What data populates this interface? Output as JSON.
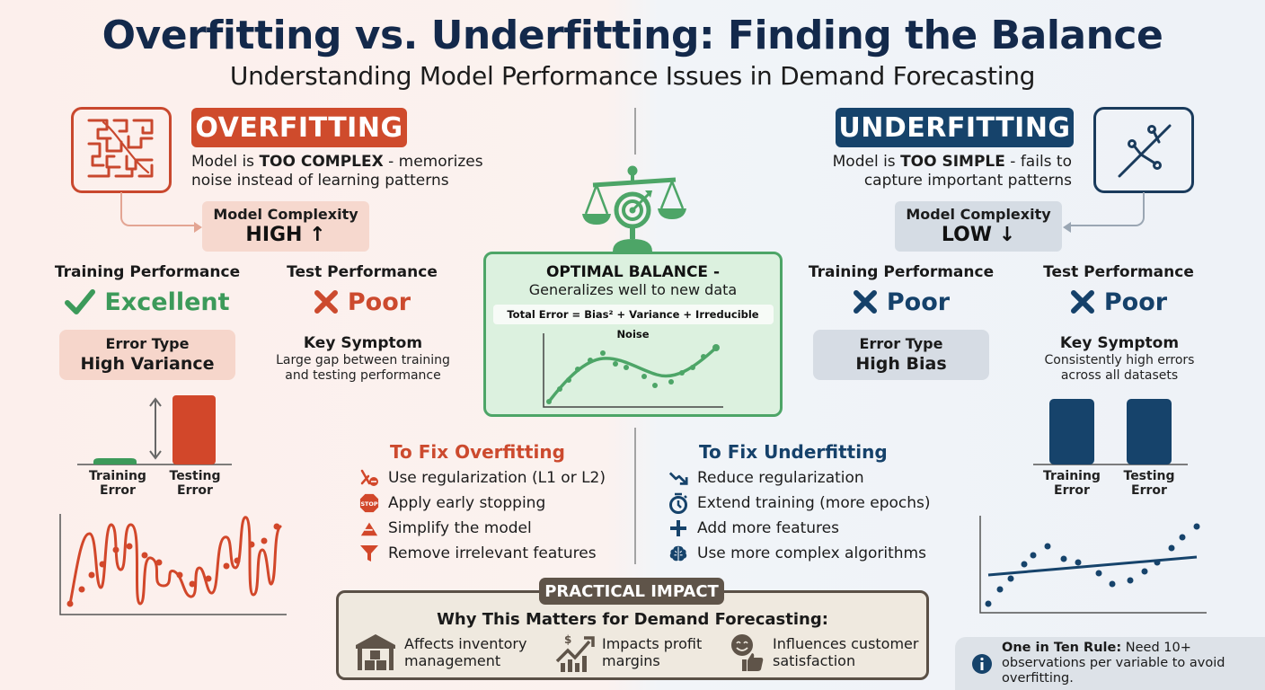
{
  "header": {
    "title": "Overfitting vs. Underfitting: Finding the Balance",
    "subtitle": "Understanding Model Performance Issues in Demand Forecasting"
  },
  "colors": {
    "overfitting_accent": "#cf4b2c",
    "underfitting_accent": "#16436b",
    "optimal_accent": "#4da567",
    "impact_accent": "#5f5449",
    "title_color": "#13294b"
  },
  "overfitting": {
    "label": "OVERFITTING",
    "icon": "maze-icon",
    "desc_prefix": "Model is ",
    "desc_bold": "TOO COMPLEX",
    "desc_suffix": " - memorizes noise instead of learning patterns",
    "complexity_label": "Model Complexity",
    "complexity_value": "HIGH ↑",
    "training_perf_label": "Training Performance",
    "training_perf_value": "Excellent",
    "training_perf_icon": "check-icon",
    "test_perf_label": "Test Performance",
    "test_perf_value": "Poor",
    "test_perf_icon": "x-icon",
    "error_type_label": "Error Type",
    "error_type_value": "High Variance",
    "symptom_label": "Key Symptom",
    "symptom_text": "Large gap between training and testing performance",
    "bar_labels": [
      "Training Error",
      "Testing Error"
    ]
  },
  "underfitting": {
    "label": "UNDERFITTING",
    "icon": "simple-line-icon",
    "desc_prefix": "Model is ",
    "desc_bold": "TOO SIMPLE",
    "desc_suffix": " - fails to capture important patterns",
    "complexity_label": "Model Complexity",
    "complexity_value": "LOW ↓",
    "training_perf_label": "Training Performance",
    "training_perf_value": "Poor",
    "training_perf_icon": "x-icon",
    "test_perf_label": "Test Performance",
    "test_perf_value": "Poor",
    "test_perf_icon": "x-icon",
    "error_type_label": "Error Type",
    "error_type_value": "High Bias",
    "symptom_label": "Key Symptom",
    "symptom_text": "Consistently high errors across all datasets",
    "bar_labels": [
      "Training Error",
      "Testing Error"
    ]
  },
  "optimal": {
    "icon": "balance-scale-target-icon",
    "title": "OPTIMAL BALANCE -",
    "subtitle": "Generalizes well to new data",
    "formula": "Total Error = Bias² + Variance + Irreducible Noise"
  },
  "fix_overfitting": {
    "title": "To Fix Overfitting",
    "items": [
      {
        "icon": "regularization-icon",
        "label": "Use regularization (L1 or L2)"
      },
      {
        "icon": "stop-sign-icon",
        "label": "Apply early stopping",
        "icon_text": "STOP"
      },
      {
        "icon": "simplify-icon",
        "label": "Simplify the model"
      },
      {
        "icon": "funnel-icon",
        "label": "Remove irrelevant features"
      }
    ]
  },
  "fix_underfitting": {
    "title": "To Fix Underfitting",
    "items": [
      {
        "icon": "trend-down-arrow-icon",
        "label": "Reduce regularization"
      },
      {
        "icon": "stopwatch-icon",
        "label": "Extend training (more epochs)"
      },
      {
        "icon": "plus-icon",
        "label": "Add more features"
      },
      {
        "icon": "brain-icon",
        "label": "Use more complex algorithms"
      }
    ]
  },
  "impact": {
    "tag": "PRACTICAL IMPACT",
    "heading": "Why This Matters for Demand Forecasting:",
    "items": [
      {
        "icon": "warehouse-icon",
        "line1": "Affects inventory",
        "line2": "management"
      },
      {
        "icon": "profit-chart-icon",
        "line1": "Impacts profit",
        "line2": "margins"
      },
      {
        "icon": "smiley-thumbs-up-icon",
        "line1": "Influences customer",
        "line2": "satisfaction"
      }
    ]
  },
  "rule": {
    "icon": "info-icon",
    "bold": "One in Ten Rule:",
    "text": " Need 10+ observations per variable to avoid overfitting."
  },
  "chart_data": [
    {
      "type": "bar",
      "title": "Overfitting error comparison",
      "categories": [
        "Training Error",
        "Testing Error"
      ],
      "values": [
        3,
        100
      ],
      "colors": [
        "#3c9a5a",
        "#cf4b2c"
      ],
      "annotation": "double-headed arrow showing large gap"
    },
    {
      "type": "bar",
      "title": "Underfitting error comparison",
      "categories": [
        "Training Error",
        "Testing Error"
      ],
      "values": [
        100,
        100
      ],
      "colors": [
        "#16436b",
        "#16436b"
      ]
    },
    {
      "type": "line",
      "title": "Overfit curve (wiggly line through noisy points)",
      "points": [
        [
          0,
          10
        ],
        [
          1,
          40
        ],
        [
          2,
          52
        ],
        [
          3,
          60
        ],
        [
          4,
          65
        ],
        [
          5,
          50
        ],
        [
          6,
          60
        ],
        [
          7,
          40
        ],
        [
          8,
          42
        ],
        [
          9,
          50
        ],
        [
          10,
          38
        ],
        [
          11,
          40
        ],
        [
          12,
          62
        ],
        [
          13,
          80
        ],
        [
          14,
          68
        ],
        [
          15,
          70
        ],
        [
          16,
          82
        ]
      ],
      "color": "#cf4b2c"
    },
    {
      "type": "scatter",
      "title": "Optimal fit (smooth cubic curve through points)",
      "points": [
        [
          0,
          10
        ],
        [
          1,
          28
        ],
        [
          2,
          38
        ],
        [
          3,
          52
        ],
        [
          4,
          60
        ],
        [
          5,
          68
        ],
        [
          6,
          58
        ],
        [
          7,
          55
        ],
        [
          8,
          40
        ],
        [
          9,
          30
        ],
        [
          10,
          34
        ],
        [
          11,
          42
        ],
        [
          12,
          48
        ],
        [
          13,
          62
        ],
        [
          14,
          70
        ],
        [
          15,
          80
        ]
      ],
      "color": "#4da567"
    },
    {
      "type": "scatter",
      "title": "Underfit (straight line through curved points)",
      "points": [
        [
          0,
          10
        ],
        [
          1,
          28
        ],
        [
          2,
          42
        ],
        [
          3,
          56
        ],
        [
          4,
          64
        ],
        [
          5,
          70
        ],
        [
          6,
          60
        ],
        [
          7,
          56
        ],
        [
          8,
          45
        ],
        [
          9,
          35
        ],
        [
          10,
          38
        ],
        [
          11,
          48
        ],
        [
          12,
          58
        ],
        [
          13,
          72
        ],
        [
          14,
          80
        ],
        [
          15,
          92
        ]
      ],
      "line": [
        [
          0,
          42
        ],
        [
          15,
          62
        ]
      ],
      "color": "#16436b"
    }
  ]
}
